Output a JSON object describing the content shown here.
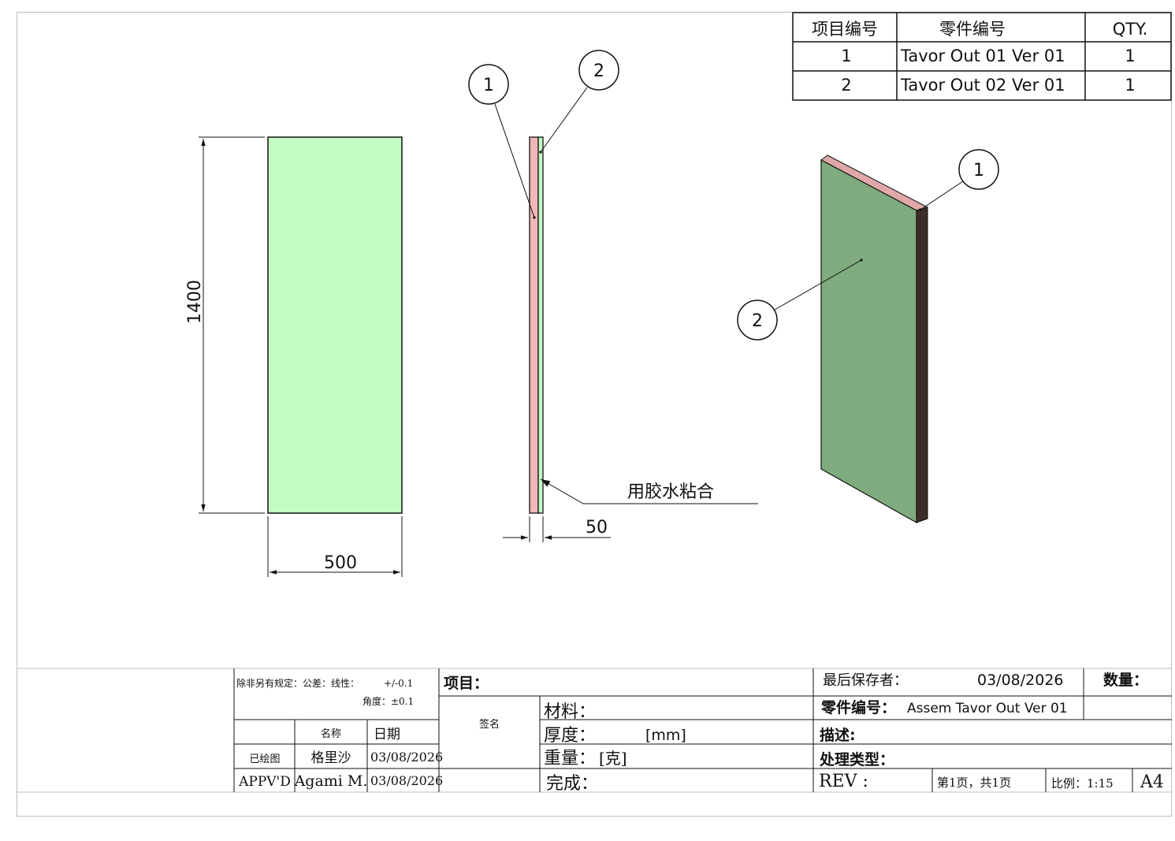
{
  "bom": {
    "headers": [
      "项目编号",
      "零件编号",
      "QTY."
    ],
    "rows": [
      [
        "1",
        "Tavor Out 01 Ver 01",
        "1"
      ],
      [
        "2",
        "Tavor Out 02 Ver 01",
        "1"
      ]
    ]
  },
  "dimensions": {
    "height": "1400",
    "width": "500",
    "thickness": "50"
  },
  "balloons": {
    "side_1": "1",
    "side_2": "2",
    "iso_1": "1",
    "iso_2": "2"
  },
  "note_glue": "用胶水粘合",
  "colors": {
    "panel_front": "#c4fcc4",
    "panel_side": "#f2b6b6",
    "panel_iso": "#7fab7f",
    "panel_iso_edge": "#3d2c28"
  },
  "title_block": {
    "tolerance_label": "除非另有规定：公差：线性：",
    "tolerance_linear": "+/-0.1",
    "tolerance_angle": "角度：±0.1",
    "name_header": "名称",
    "date_header": "日期",
    "signature_header": "签名",
    "drawn_label": "已绘图",
    "drawn_name": "格里沙",
    "drawn_date": "03/08/2026",
    "approved_label": "APPV'D",
    "approved_name": "Agami M.",
    "approved_date": "03/08/2026",
    "project_label": "项目：",
    "material_label": "材料：",
    "thickness_label": "厚度：",
    "thickness_unit": "[mm]",
    "weight_label": "重量：",
    "weight_unit": "[克]",
    "finish_label": "完成：",
    "last_saved_label": "最后保存者：",
    "last_saved_date": "03/08/2026",
    "quantity_label": "数量：",
    "part_number_label": "零件编号：",
    "part_number": "Assem Tavor Out Ver 01",
    "description_label": "描述:",
    "process_type_label": "处理类型：",
    "rev_label": "REV :",
    "page_info": "第1页，共1页",
    "scale": "比例：1:15",
    "sheet_size": "A4"
  }
}
